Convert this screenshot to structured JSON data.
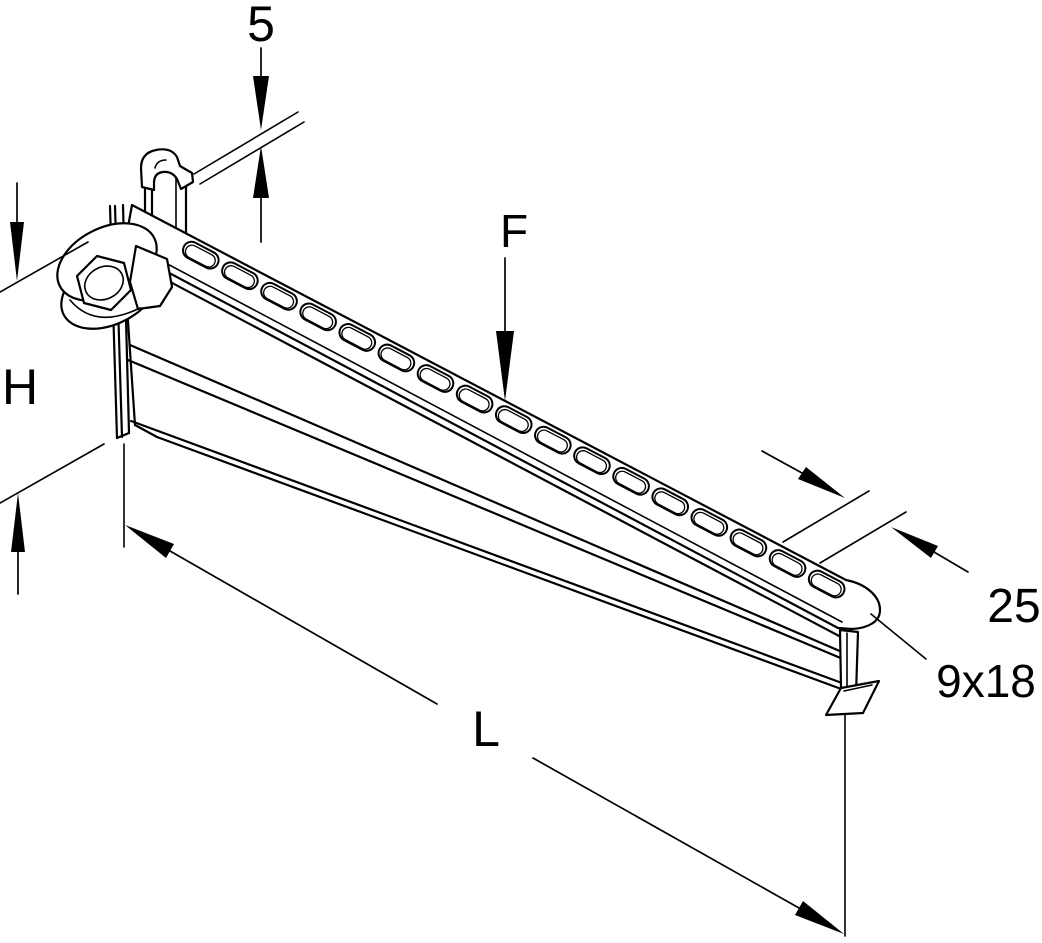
{
  "diagram": {
    "type": "technical-line-drawing",
    "subject": "hook-on cantilever wall bracket with quick clamp and slotted arm",
    "labels": {
      "thickness": "5",
      "force": "F",
      "height": "H",
      "flange_width": "25",
      "slot_size": "9x18",
      "length": "L"
    },
    "slot_count": 17,
    "colors": {
      "line": "#000000",
      "background": "#ffffff"
    }
  }
}
